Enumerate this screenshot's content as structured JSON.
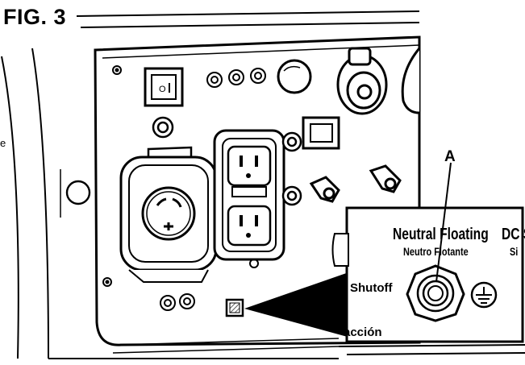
{
  "figure": {
    "label": "FIG. 3",
    "callout_letter": "A"
  },
  "panel_text": {
    "edge_letter": "e",
    "shutoff_fragment": "Shutoff",
    "accion_fragment": "acción"
  },
  "inset": {
    "neutral_label": "Neutral Floating",
    "neutral_label_es": "Neutro Flotante",
    "dc_fragment": "DC S",
    "dc_fragment_es": "Si"
  },
  "icons": [
    "ground-symbol-icon",
    "ac-outlet-icon",
    "twistlock-outlet-icon",
    "usb-icon"
  ],
  "colors": {
    "line": "#000000",
    "panel": "#ffffff",
    "shade": "#d9d9d9"
  }
}
